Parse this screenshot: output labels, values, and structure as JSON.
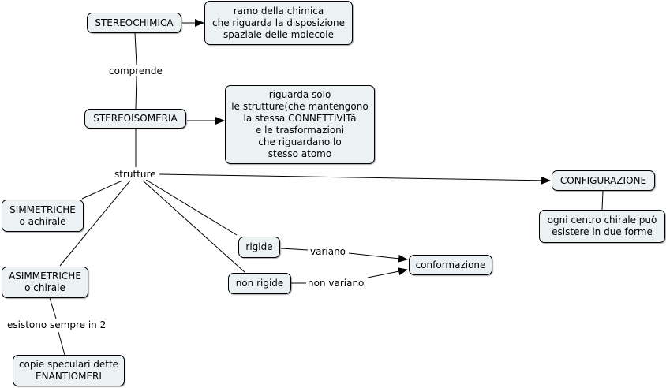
{
  "concept_map": {
    "nodes": {
      "stereochimica": "STEREOCHIMICA",
      "ramo": "ramo della chimica\nche riguarda la disposizione\nspaziale delle molecole",
      "stereoisomeria": "STEREOISOMERIA",
      "riguarda": "riguarda solo\nle strutture(che mantengono\nla stessa CONNETTIVITà\ne le trasformazioni\nche riguardano lo\nstesso atomo",
      "configurazione": "CONFIGURAZIONE",
      "ogni_centro": "ogni centro chirale può\nesistere in due forme",
      "simmetriche": "SIMMETRICHE\no achirale",
      "asimmetriche": "ASIMMETRICHE\no chirale",
      "copie": "copie speculari dette\nENANTIOMERI",
      "rigide": "rigide",
      "non_rigide": "non rigide",
      "conformazione": "conformazione"
    },
    "linking_phrases": {
      "comprende": "comprende",
      "strutture": "strutture",
      "variano": "variano",
      "non_variano": "non variano",
      "esistono": "esistono sempre in 2"
    },
    "colors": {
      "node_fill": "#ecf2f4",
      "line": "#000000"
    }
  }
}
